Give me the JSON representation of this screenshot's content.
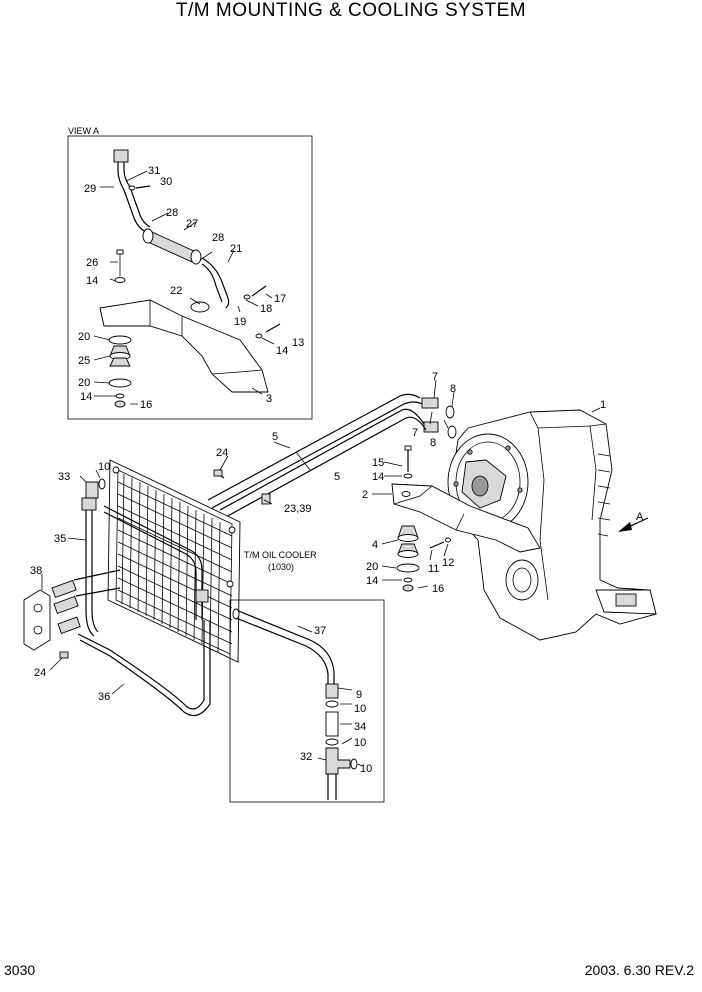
{
  "header": {
    "title": "T/M MOUNTING & COOLING SYSTEM"
  },
  "footer": {
    "page_number": "3030",
    "revision": "2003. 6.30  REV.2"
  },
  "view_box": {
    "label": "VIEW A"
  },
  "cooler": {
    "label_line1": "T/M OIL COOLER",
    "label_line2": "(1030)"
  },
  "view_arrow": {
    "label": "A"
  },
  "callouts": {
    "c31": "31",
    "c30": "30",
    "c29": "29",
    "c28a": "28",
    "c27": "27",
    "c28b": "28",
    "c21": "21",
    "c26": "26",
    "c14a": "14",
    "c22": "22",
    "c17": "17",
    "c18": "18",
    "c19": "19",
    "c13": "13",
    "c14b": "14",
    "c20a": "20",
    "c25": "25",
    "c20b": "20",
    "c14c": "14",
    "c16a": "16",
    "c3": "3",
    "c7a": "7",
    "c8a": "8",
    "c7b": "7",
    "c8b": "8",
    "c1": "1",
    "c5a": "5",
    "c5b": "5",
    "c24a": "24",
    "c15": "15",
    "c14d": "14",
    "c2": "2",
    "c2339": "23,39",
    "c4": "4",
    "c20c": "20",
    "c11": "11",
    "c12": "12",
    "c14e": "14",
    "c16b": "16",
    "c10a": "10",
    "c33": "33",
    "c35": "35",
    "c38": "38",
    "c24b": "24",
    "c36": "36",
    "c37": "37",
    "c9": "9",
    "c10b": "10",
    "c34": "34",
    "c32": "32",
    "c10c": "10",
    "c10d": "10"
  }
}
